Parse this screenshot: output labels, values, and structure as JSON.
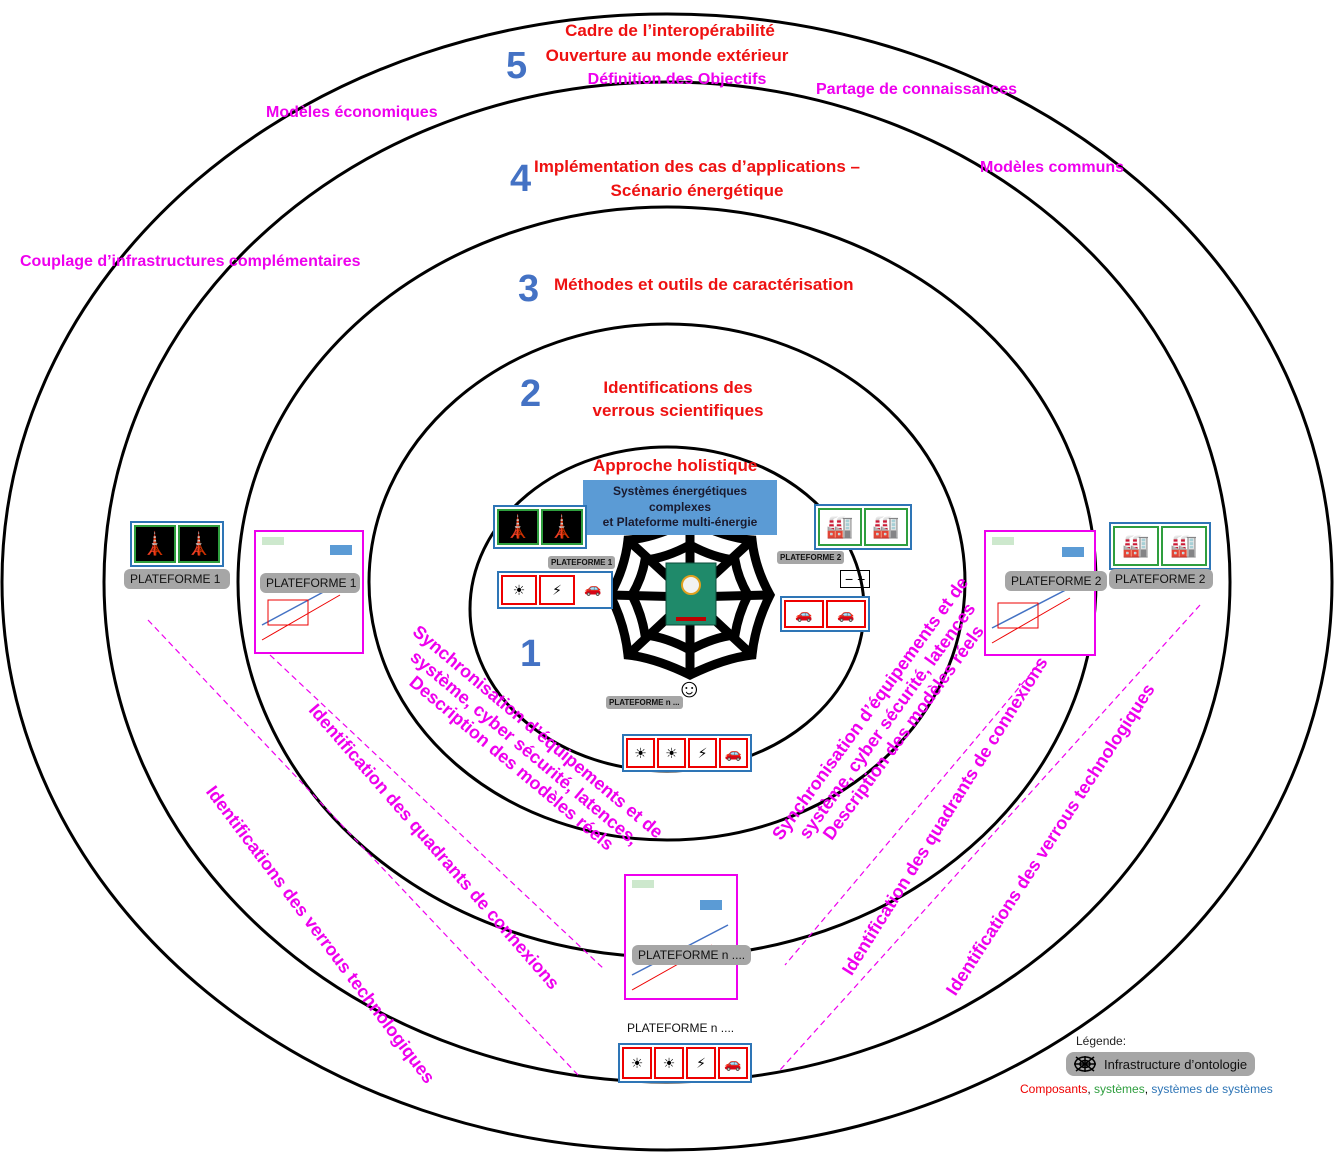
{
  "colors": {
    "red": "#ee1111",
    "magenta": "#ee00ee",
    "blue": "#4472c4",
    "green": "#2e9e3e",
    "legend_blue": "#2e75b6"
  },
  "rings": {
    "n5": "5",
    "n4": "4",
    "n3": "3",
    "n2": "2",
    "n1": "1",
    "ring5_line1": "Cadre de l’interopérabilité",
    "ring5_line2": "Ouverture au monde extérieur",
    "ring5_line3": "Définition des Objectifs",
    "ring4_line1": "Implémentation des cas d’applications –",
    "ring4_line2": "Scénario énergétique",
    "ring3": "Méthodes et outils de caractérisation",
    "ring2_line1": "Identifications des",
    "ring2_line2": "verrous scientifiques",
    "ring1_title": "Approche holistique",
    "blue_box_line1": "Systèmes énergétiques complexes",
    "blue_box_line2": "et Plateforme multi-énergie"
  },
  "outer_labels": {
    "modeles_economiques": "Modèles économiques",
    "partage": "Partage de connaissances",
    "modeles_communs": "Modèles communs",
    "couplage": "Couplage d’infrastructures complémentaires"
  },
  "diagonals": {
    "sync_left": [
      "Synchronisation d’équipements et de",
      "système, cyber sécurité, latences,",
      "Description des modèles réels"
    ],
    "quadrants_left": "Identification des quadrants de connexions",
    "verrous_left": "Identifications des  verrous technologiques",
    "sync_right": [
      "Synchronisation d’équipements et de",
      "système, cyber sécurité, latences",
      "Description des modèles réels"
    ],
    "quadrants_right": "Identification des quadrants de connexions",
    "verrous_right": "Identifications des verrous technologiques"
  },
  "platforms": {
    "p1_outer": "PLATEFORME 1",
    "p1_inner": "PLATEFORME 1",
    "p1_center": "PLATEFORME 1",
    "p2_inner": "PLATEFORME 2",
    "p2_outer": "PLATEFORME 2",
    "p2_center": "PLATEFORME 2",
    "pn_center": "PLATEFORME n ...",
    "pn_thumb": "PLATEFORME n ....",
    "pn_bottom": "PLATEFORME n ...."
  },
  "icons": {
    "pylon": "🗼",
    "factory": "🏭",
    "solar": "☀",
    "wind": "⚡",
    "car": "🚗",
    "battery": "− +",
    "head": "☺"
  },
  "legend": {
    "title": "Légende:",
    "ontology": "Infrastructure d’ontologie",
    "composants": "Composants",
    "sep1": ", ",
    "systemes": "systèmes",
    "sep2": ", ",
    "sos": "systèmes de systèmes"
  }
}
